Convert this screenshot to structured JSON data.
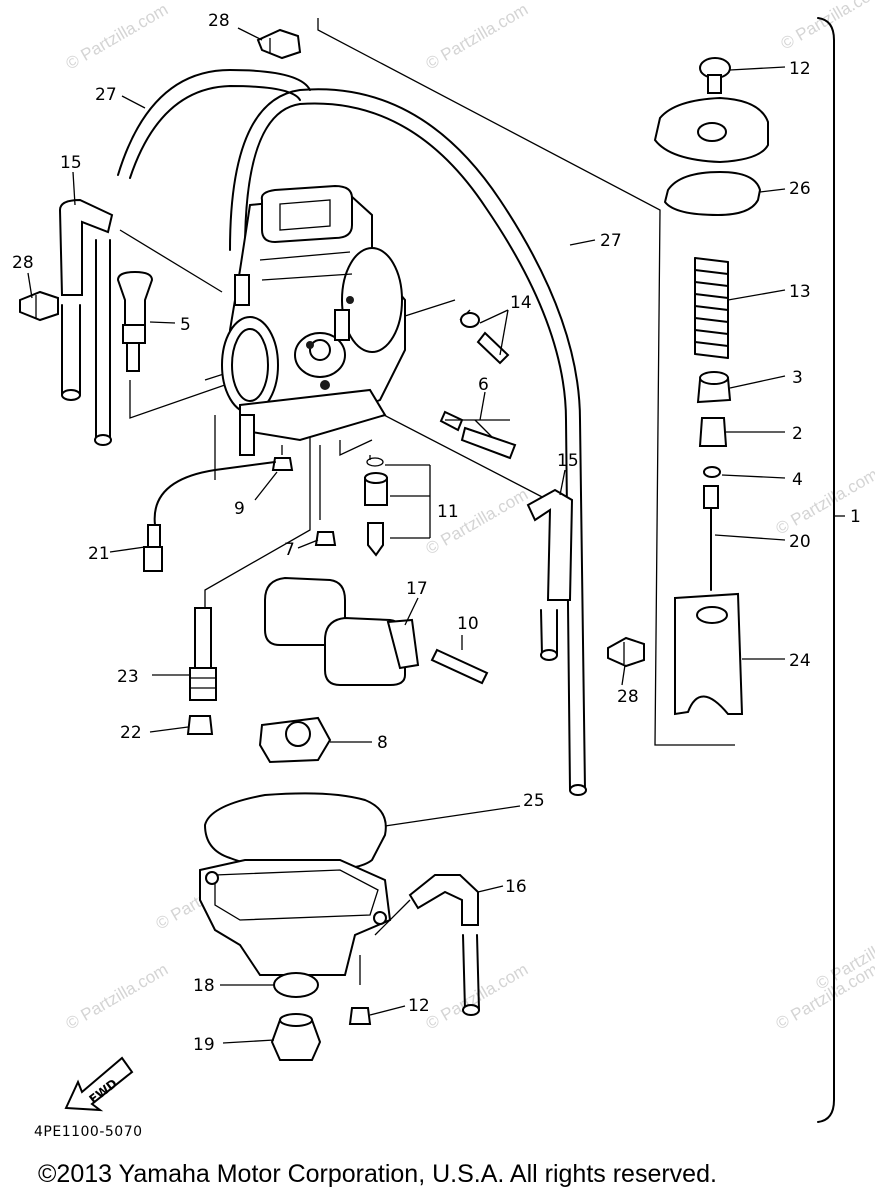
{
  "diagram": {
    "code": "4PE1100-5070",
    "copyright": "©2013 Yamaha Motor Corporation, U.S.A. All rights reserved.",
    "watermark": "© Partzilla.com",
    "fwd_arrow_label": "FWD",
    "callouts": [
      {
        "id": "p28a",
        "text": "28"
      },
      {
        "id": "p12a",
        "text": "12"
      },
      {
        "id": "p27a",
        "text": "27"
      },
      {
        "id": "p26",
        "text": "26"
      },
      {
        "id": "p15a",
        "text": "15"
      },
      {
        "id": "p27b",
        "text": "27"
      },
      {
        "id": "p28b",
        "text": "28"
      },
      {
        "id": "p13",
        "text": "13"
      },
      {
        "id": "p14",
        "text": "14"
      },
      {
        "id": "p5",
        "text": "5"
      },
      {
        "id": "p3",
        "text": "3"
      },
      {
        "id": "p6",
        "text": "6"
      },
      {
        "id": "p2",
        "text": "2"
      },
      {
        "id": "p15b",
        "text": "15"
      },
      {
        "id": "p4",
        "text": "4"
      },
      {
        "id": "p9",
        "text": "9"
      },
      {
        "id": "p11",
        "text": "11"
      },
      {
        "id": "p1",
        "text": "1"
      },
      {
        "id": "p20",
        "text": "20"
      },
      {
        "id": "p21",
        "text": "21"
      },
      {
        "id": "p7",
        "text": "7"
      },
      {
        "id": "p17",
        "text": "17"
      },
      {
        "id": "p10",
        "text": "10"
      },
      {
        "id": "p24",
        "text": "24"
      },
      {
        "id": "p23",
        "text": "23"
      },
      {
        "id": "p28c",
        "text": "28"
      },
      {
        "id": "p22",
        "text": "22"
      },
      {
        "id": "p8",
        "text": "8"
      },
      {
        "id": "p25",
        "text": "25"
      },
      {
        "id": "p16",
        "text": "16"
      },
      {
        "id": "p18",
        "text": "18"
      },
      {
        "id": "p12b",
        "text": "12"
      },
      {
        "id": "p19",
        "text": "19"
      }
    ]
  }
}
